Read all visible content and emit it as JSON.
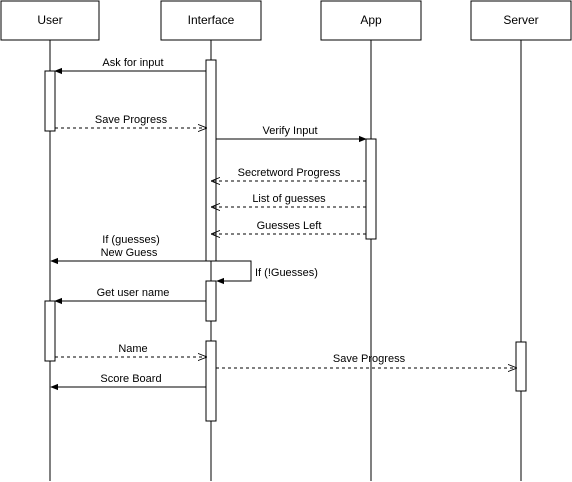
{
  "participants": [
    {
      "id": "user",
      "label": "User"
    },
    {
      "id": "interface",
      "label": "Interface"
    },
    {
      "id": "app",
      "label": "App"
    },
    {
      "id": "server",
      "label": "Server"
    }
  ],
  "messages": [
    {
      "id": "ask",
      "from": "interface",
      "to": "user",
      "style": "solid",
      "label": "Ask for input"
    },
    {
      "id": "save1",
      "from": "user",
      "to": "interface",
      "style": "dashed",
      "label": "Save Progress"
    },
    {
      "id": "verify",
      "from": "interface",
      "to": "app",
      "style": "solid",
      "label": "Verify Input"
    },
    {
      "id": "secret",
      "from": "app",
      "to": "interface",
      "style": "dashed",
      "label": "Secretword Progress"
    },
    {
      "id": "list",
      "from": "app",
      "to": "interface",
      "style": "dashed",
      "label": "List of guesses"
    },
    {
      "id": "left",
      "from": "app",
      "to": "interface",
      "style": "dashed",
      "label": "Guesses Left"
    },
    {
      "id": "newguess",
      "from": "interface",
      "to": "user",
      "style": "solid",
      "label": [
        "If (guesses)",
        "New Guess"
      ]
    },
    {
      "id": "notguesses",
      "from": "interface",
      "to": "interface",
      "style": "solid",
      "label": "If (!Guesses)"
    },
    {
      "id": "getname",
      "from": "interface",
      "to": "user",
      "style": "solid",
      "label": "Get user name"
    },
    {
      "id": "name",
      "from": "user",
      "to": "interface",
      "style": "dashed",
      "label": "Name"
    },
    {
      "id": "save2",
      "from": "interface",
      "to": "server",
      "style": "dashed",
      "label": "Save Progress"
    },
    {
      "id": "score",
      "from": "interface",
      "to": "user",
      "style": "solid",
      "label": "Score Board"
    }
  ]
}
